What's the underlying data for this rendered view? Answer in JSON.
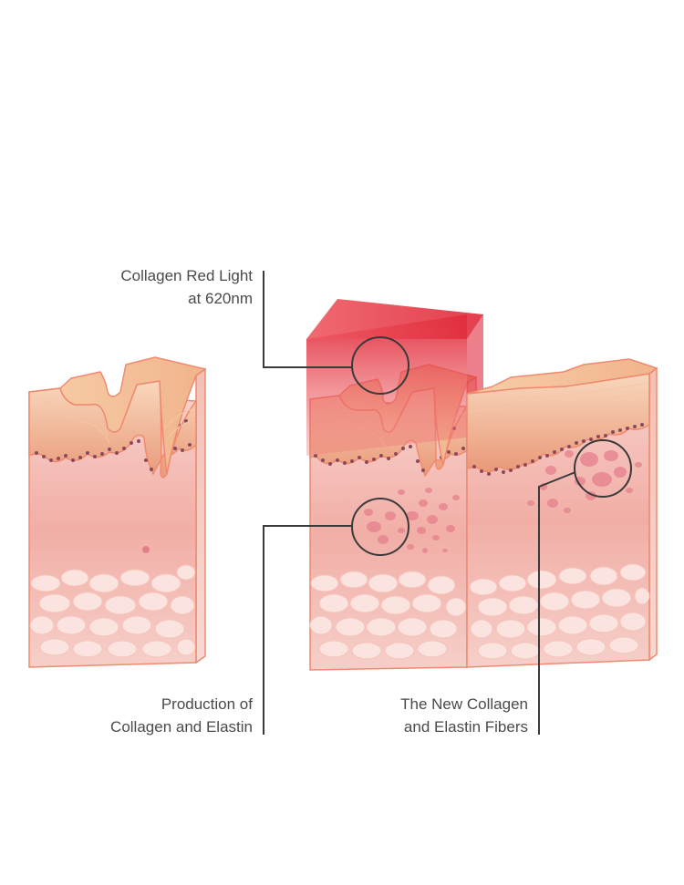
{
  "labels": {
    "red_light": [
      "Collagen Red Light",
      "at 620nm"
    ],
    "production": [
      "Production of",
      "Collagen and Elastin"
    ],
    "new_fibers": [
      "The New Collagen",
      "and Elastin Fibers"
    ]
  },
  "colors": {
    "outline": "#ef8a6f",
    "epidermis": "#f6c6a6",
    "basal_dots": "#8a4a5a",
    "dermis": "#f2b2aa",
    "fat_cells": "#fbe4e0",
    "red_light": "#e0293a",
    "leader_line": "#3a3a3a",
    "bubbles": "#e57f8c"
  }
}
